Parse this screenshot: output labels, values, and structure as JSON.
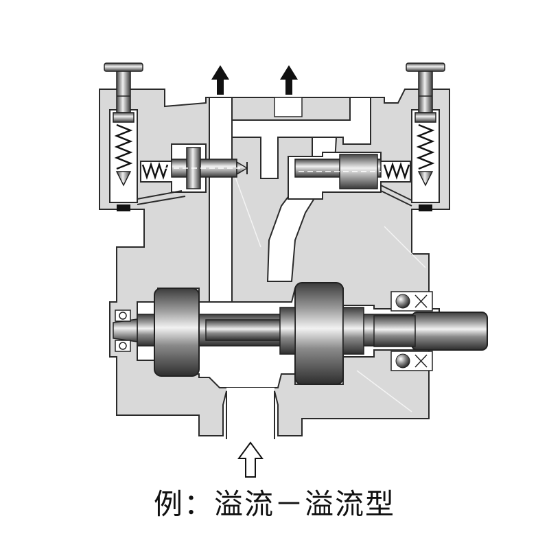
{
  "caption": "例：溢流－溢流型",
  "colors": {
    "body": "#d9d9d9",
    "body_dark": "#c8c8c8",
    "outline": "#2a2a2a",
    "channel": "#ffffff",
    "metal_dark": "#4a4a4a",
    "metal_mid": "#8a8a8a",
    "metal_light": "#e6e6e6"
  },
  "icons": {
    "outlet_arrows": "arrow-up-filled",
    "inlet_arrow": "arrow-up-outline"
  }
}
